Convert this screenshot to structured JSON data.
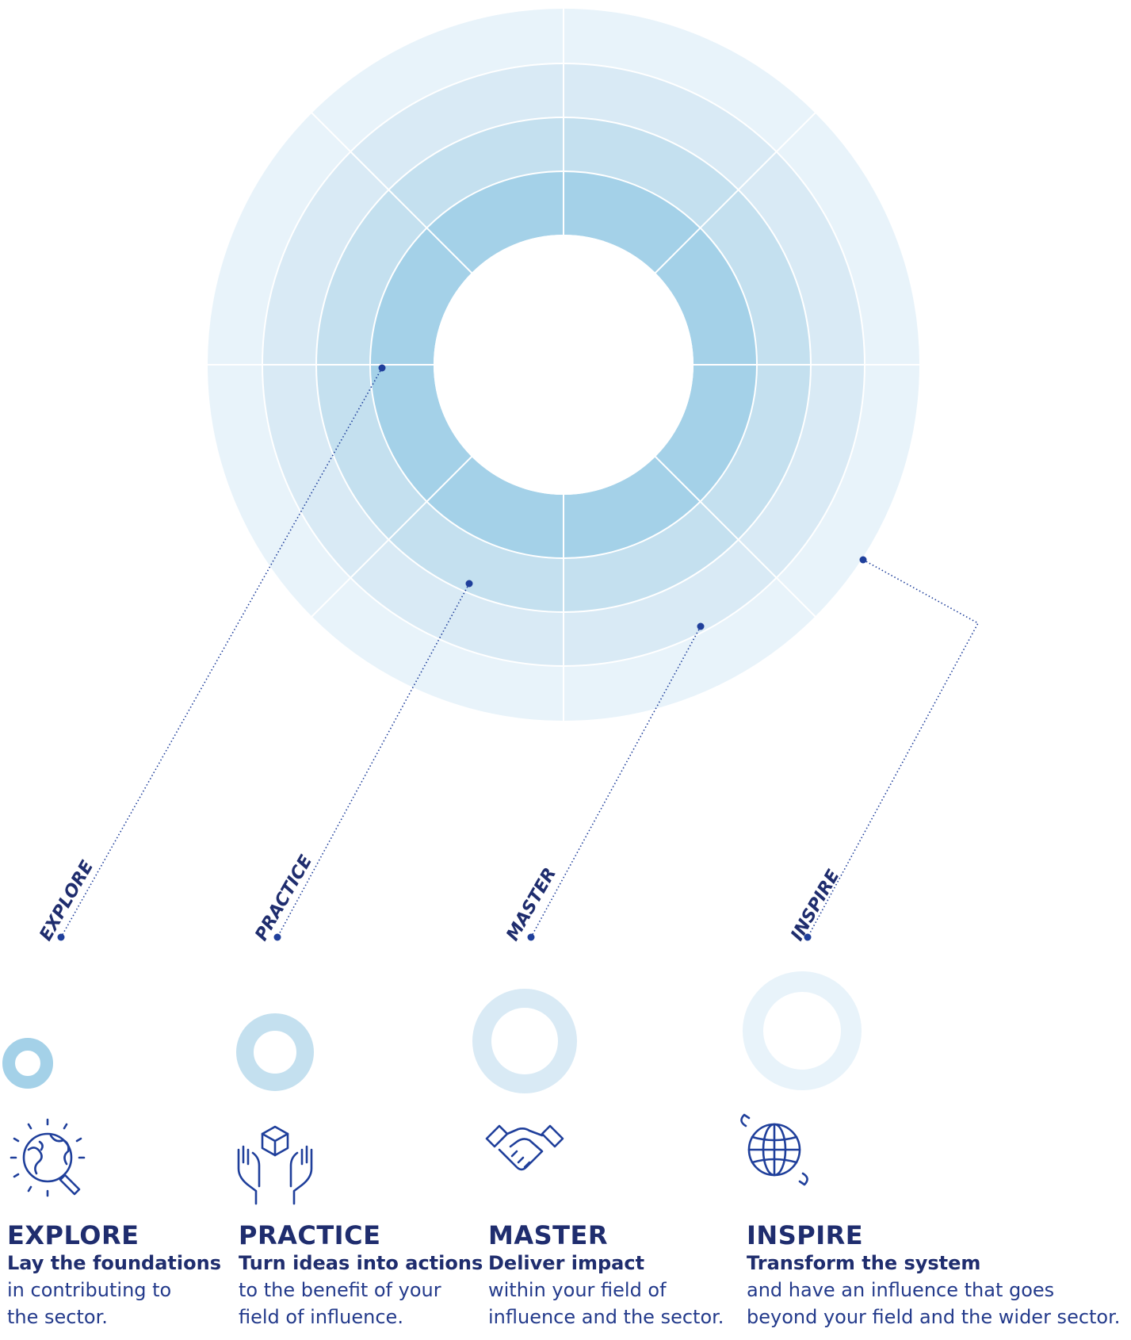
{
  "stages": [
    {
      "id": "explore",
      "label": "EXPLORE",
      "title": "EXPLORE",
      "subtitle": "Lay the foundations",
      "description_lines": [
        "in contributing to",
        "the sector."
      ],
      "icon": "globe-magnifier-icon",
      "color": "#a4d1e8"
    },
    {
      "id": "practice",
      "label": "PRACTICE",
      "title": "PRACTICE",
      "subtitle": "Turn ideas into actions",
      "description_lines": [
        "to the benefit of your",
        "field of influence."
      ],
      "icon": "hands-cube-icon",
      "color": "#c4e0ef"
    },
    {
      "id": "master",
      "label": "MASTER",
      "title": "MASTER",
      "subtitle": "Deliver impact",
      "description_lines": [
        "within your field of",
        "influence and the sector."
      ],
      "icon": "handshake-icon",
      "color": "#d9eaf5"
    },
    {
      "id": "inspire",
      "label": "INSPIRE",
      "title": "INSPIRE",
      "subtitle": "Transform the system",
      "description_lines": [
        "and have an influence that goes",
        "beyond your field and the wider sector."
      ],
      "icon": "globe-orbit-icon",
      "color": "#e8f3fa"
    }
  ],
  "colors": {
    "text_dark": "#1f2d6e",
    "connector": "#1f3f9b"
  }
}
